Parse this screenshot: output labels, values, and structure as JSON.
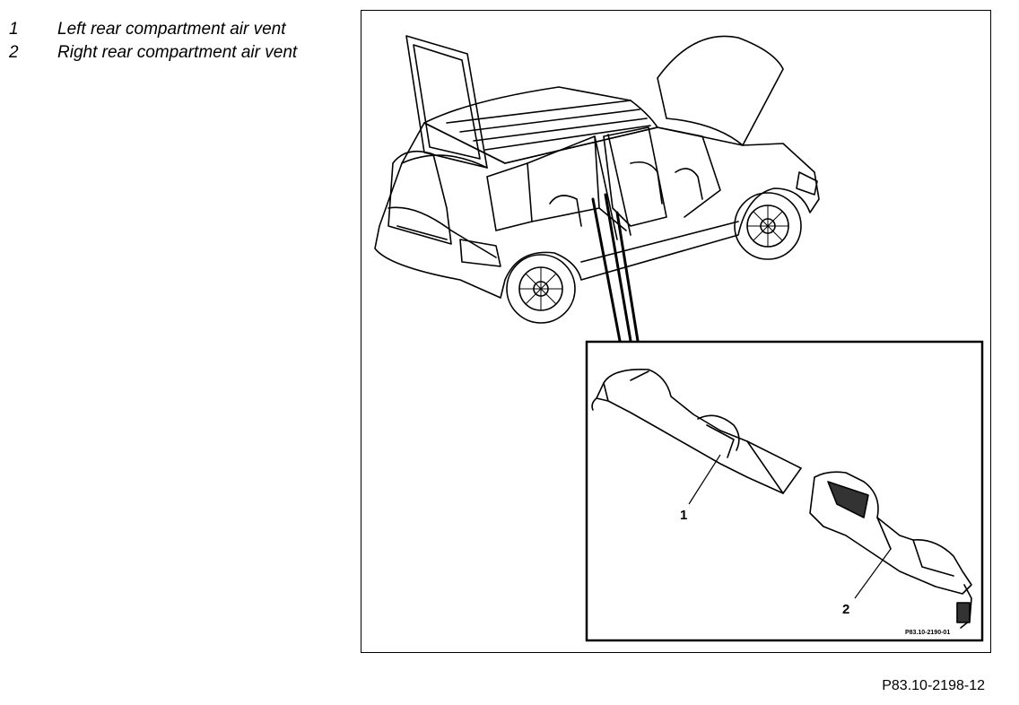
{
  "legend": [
    {
      "num": "1",
      "text": "Left rear compartment air vent"
    },
    {
      "num": "2",
      "text": "Right rear compartment air vent"
    }
  ],
  "callouts": {
    "c1": "1",
    "c2": "2"
  },
  "inset_code": "P83.10-2190-01",
  "figure_code": "P83.10-2198-12"
}
